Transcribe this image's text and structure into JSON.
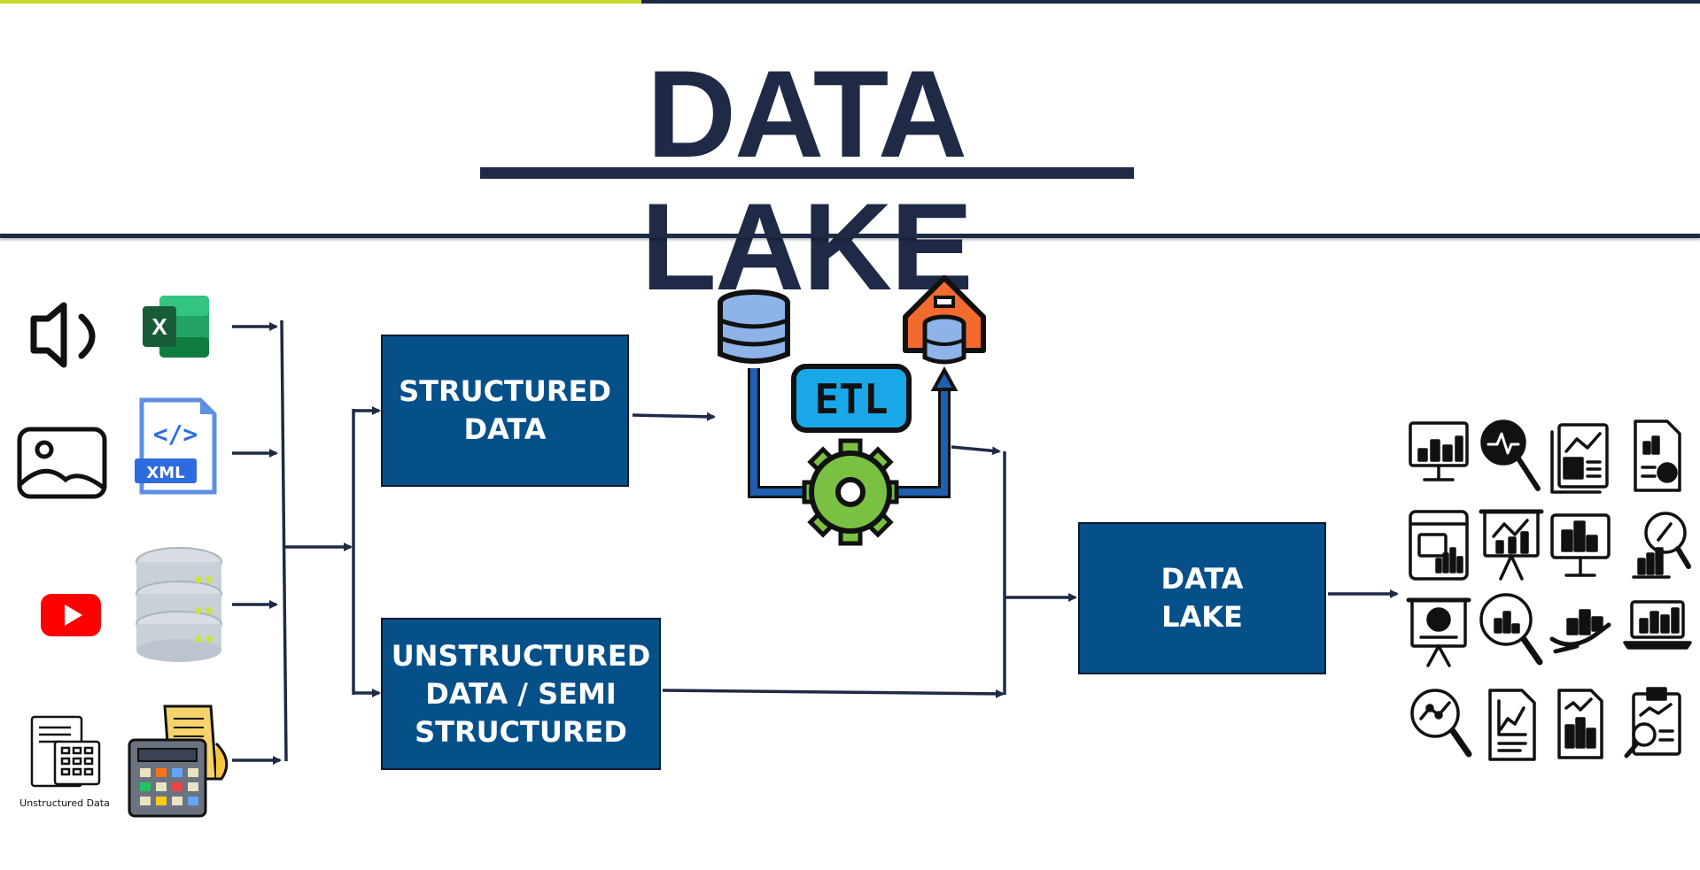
{
  "title": "DATA LAKE",
  "boxes": {
    "structured": "STRUCTURED\nDATA",
    "unstructured": "UNSTRUCTURED\nDATA / SEMI\nSTRUCTURED",
    "data_lake": "DATA\nLAKE"
  },
  "etl_label": "ETL",
  "excel_glyph": "X",
  "xml_code_glyph": "</>",
  "xml_label": "XML",
  "source_caption": "Unstructured Data",
  "colors": {
    "title": "#1e2a46",
    "box_fill": "#06508a",
    "accent_bar": "#c9d92a",
    "arrow": "#1e2a46",
    "etl_blue": "#1aa7e8",
    "gear_green": "#7ac143",
    "warehouse_orange": "#f26a2e"
  },
  "source_icons": [
    "speaker-icon",
    "excel-icon",
    "image-icon",
    "xml-file-icon",
    "youtube-icon",
    "database-server-icon",
    "calculator-icon",
    "cash-register-icon"
  ],
  "analytics_icons": [
    "monitor-chart-icon",
    "magnifier-pulse-icon",
    "report-graph-icon",
    "document-chart-icon",
    "browser-chart-icon",
    "presentation-chart-icon",
    "desktop-bar-chart-icon",
    "magnifier-bar-chart-icon",
    "easel-pie-chart-icon",
    "magnifier-bars-icon",
    "hand-chart-icon",
    "laptop-chart-icon",
    "magnifier-line-icon",
    "document-line-graph-icon",
    "document-bars-icon",
    "clipboard-magnifier-icon"
  ]
}
